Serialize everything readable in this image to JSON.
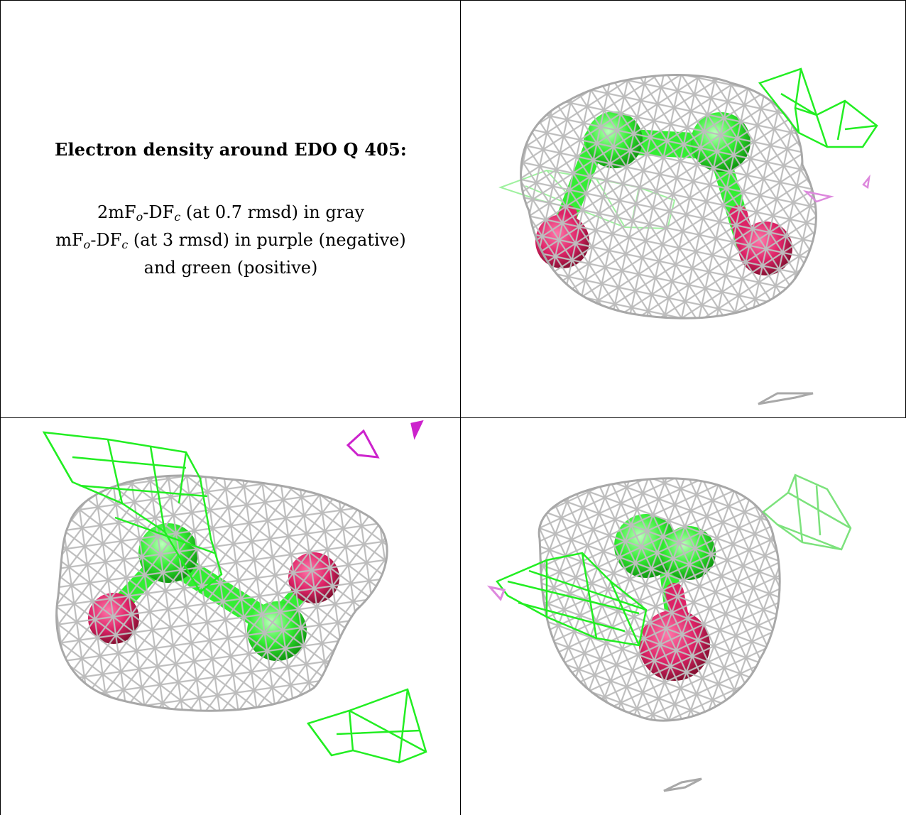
{
  "legend": {
    "title": "Electron density around EDO Q 405:",
    "map1_prefix": "2mF",
    "map1_sub_o": "o",
    "map1_mid": "-DF",
    "map1_sub_c": "c",
    "map1_suffix": " (at 0.7 rmsd) in gray",
    "map2_prefix": "mF",
    "map2_sub_o": "o",
    "map2_mid": "-DF",
    "map2_sub_c": "c",
    "map2_suffix": " (at 3 rmsd) in purple (negative)",
    "map2_line2": "and green (positive)"
  },
  "colors": {
    "mesh_gray": "#b8b8b8",
    "mesh_green": "#22ee22",
    "mesh_purple": "#dd44dd",
    "carbon_green": "#33ee33",
    "oxygen_pink": "#dd2266",
    "border": "#000000"
  },
  "views": [
    {
      "name": "view-top-right"
    },
    {
      "name": "view-bottom-left"
    },
    {
      "name": "view-bottom-right"
    }
  ]
}
